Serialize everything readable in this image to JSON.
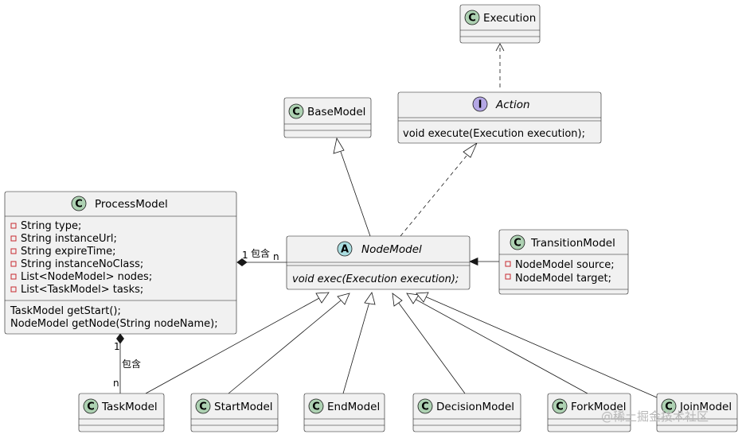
{
  "classes": {
    "execution": {
      "name": "Execution",
      "badge": "C"
    },
    "action": {
      "name": "Action",
      "badge": "I",
      "methods": [
        "void execute(Execution execution);"
      ]
    },
    "base_model": {
      "name": "BaseModel",
      "badge": "C"
    },
    "process_model": {
      "name": "ProcessModel",
      "badge": "C",
      "fields": [
        "String type;",
        "String instanceUrl;",
        "String expireTime;",
        "String instanceNoClass;",
        "List<NodeModel> nodes;",
        "List<TaskModel>  tasks;"
      ],
      "methods": [
        "TaskModel getStart();",
        "NodeModel getNode(String nodeName);"
      ]
    },
    "node_model": {
      "name": "NodeModel",
      "badge": "A",
      "methods": [
        "void exec(Execution execution);"
      ]
    },
    "transition_model": {
      "name": "TransitionModel",
      "badge": "C",
      "fields": [
        "NodeModel source;",
        "NodeModel target;"
      ]
    },
    "task_model": {
      "name": "TaskModel",
      "badge": "C"
    },
    "start_model": {
      "name": "StartModel",
      "badge": "C"
    },
    "end_model": {
      "name": "EndModel",
      "badge": "C"
    },
    "decision_model": {
      "name": "DecisionModel",
      "badge": "C"
    },
    "fork_model": {
      "name": "ForkModel",
      "badge": "C"
    },
    "join_model": {
      "name": "JoinModel",
      "badge": "C"
    }
  },
  "relations": {
    "process_node": {
      "label": "包含",
      "src_mult": "1",
      "dst_mult": "n"
    },
    "process_task": {
      "label": "包含",
      "src_mult": "1",
      "dst_mult": "n"
    }
  },
  "watermark": "@稀土掘金技术社区"
}
